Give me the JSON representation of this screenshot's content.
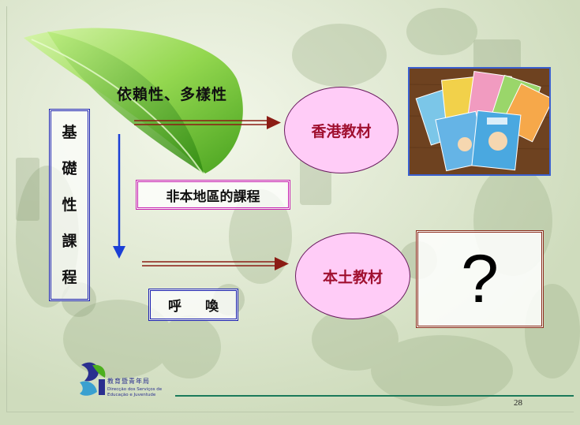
{
  "left_box": {
    "chars": [
      "基",
      "礎",
      "性",
      "課",
      "程"
    ]
  },
  "heading": "依賴性、多樣性",
  "ellipse_top": "香港教材",
  "ellipse_bottom": "本土教材",
  "middle_box": "非本地區的課程",
  "call_box": {
    "left": "呼",
    "right": "喚"
  },
  "question_mark": "?",
  "logo": {
    "zh": "教育暨青年局",
    "pt_line1": "Direcção dos Serviços de",
    "pt_line2": "Educação e Juventude"
  },
  "page_number": "28",
  "colors": {
    "arrow": "#8b1c14",
    "down_arrow": "#1b3fd6",
    "ellipse_fill": "#ffccf7",
    "ellipse_text": "#a01030",
    "leaf_green": "#4caf1e"
  }
}
